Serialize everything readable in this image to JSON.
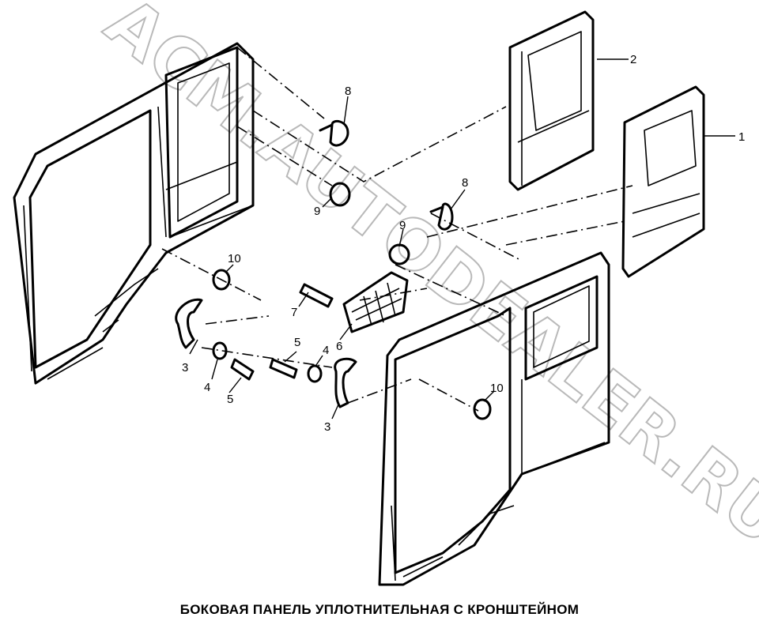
{
  "watermark": "ACM.AUTODEALER.RU",
  "caption": "БОКОВАЯ ПАНЕЛЬ УПЛОТНИТЕЛЬНАЯ С КРОНШТЕЙНОМ",
  "callouts": [
    "1",
    "2",
    "3",
    "3",
    "4",
    "4",
    "5",
    "5",
    "6",
    "7",
    "8",
    "8",
    "9",
    "9",
    "10",
    "10"
  ]
}
